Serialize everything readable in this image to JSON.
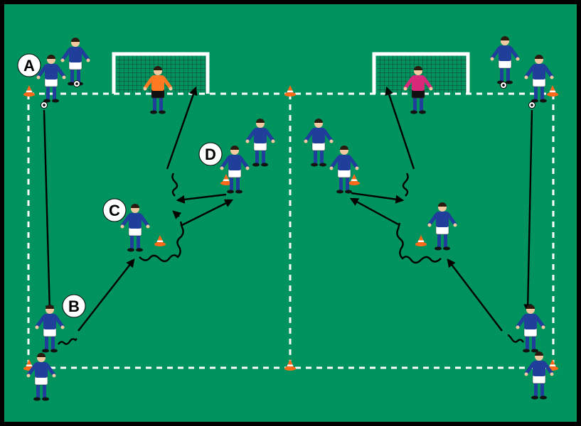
{
  "colors": {
    "pitch": "#00935e",
    "border": "#000000",
    "line": "#ffffff",
    "arrow": "#000000",
    "shirt": "#1f3f9a",
    "shorts": "#ffffff",
    "socks": "#1f3f9a",
    "skin": "#f2c9a0",
    "hair": "#2b1a0e",
    "cone": "#ff6a1a",
    "keeper_left": "#ff7a22",
    "keeper_right": "#d8287a",
    "label_bg": "#ffffff",
    "label_text": "#000000"
  },
  "labels": {
    "a": "A",
    "b": "B",
    "c": "C",
    "d": "D"
  },
  "icons": {
    "player": "player-icon",
    "goalkeeper": "goalkeeper-icon",
    "cone": "cone-icon",
    "ball": "ball-icon",
    "goal": "goal-icon"
  }
}
